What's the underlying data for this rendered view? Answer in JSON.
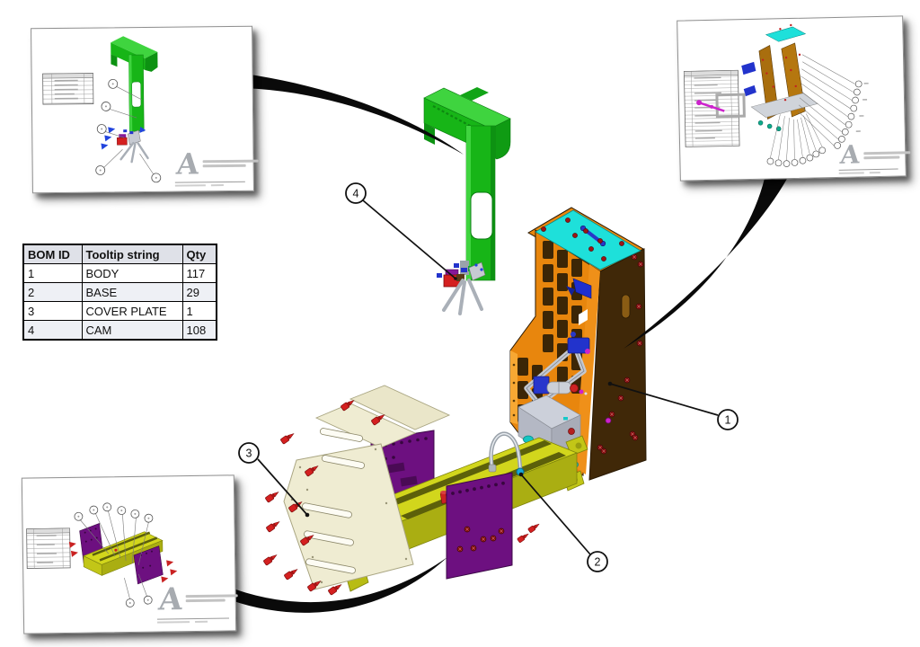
{
  "drawing": {
    "background": "#ffffff",
    "bom_table": {
      "headers": [
        "BOM ID",
        "Tooltip string",
        "Qty"
      ],
      "rows": [
        {
          "bom_id": "1",
          "tooltip": "BODY",
          "qty": "117"
        },
        {
          "bom_id": "2",
          "tooltip": "BASE",
          "qty": "29"
        },
        {
          "bom_id": "3",
          "tooltip": "COVER PLATE",
          "qty": "1"
        },
        {
          "bom_id": "4",
          "tooltip": "CAM",
          "qty": "108"
        }
      ]
    },
    "balloons": [
      {
        "label": "1"
      },
      {
        "label": "2"
      },
      {
        "label": "3"
      },
      {
        "label": "4"
      }
    ],
    "insets": {
      "top_left": {
        "logo_letter": "A"
      },
      "top_right": {
        "logo_letter": "A"
      },
      "bottom_left": {
        "logo_letter": "A"
      }
    }
  },
  "colors": {
    "cam-green": "#17b517",
    "cam-green-light": "#3fd43f",
    "cam-green-dark": "#0d9212",
    "body-orange": "#e8860d",
    "body-orange-light": "#f7a833",
    "body-brown": "#3c2606",
    "body-brown-dark": "#402808",
    "top-plate-cyan": "#1ee0da",
    "base-yellow": "#d2d61c",
    "base-yellow-dark": "#aaae12",
    "plate-purple": "#6d1080",
    "cover-cream": "#efecd2",
    "screw-red": "#d42020",
    "screw-dark-red": "#8c1212",
    "part-blue": "#2233cc",
    "steel-gray": "#c6cad2",
    "table-header-bg": "#dfe1e8",
    "table-alt-bg": "#eef0f5",
    "line-black": "#111111"
  }
}
